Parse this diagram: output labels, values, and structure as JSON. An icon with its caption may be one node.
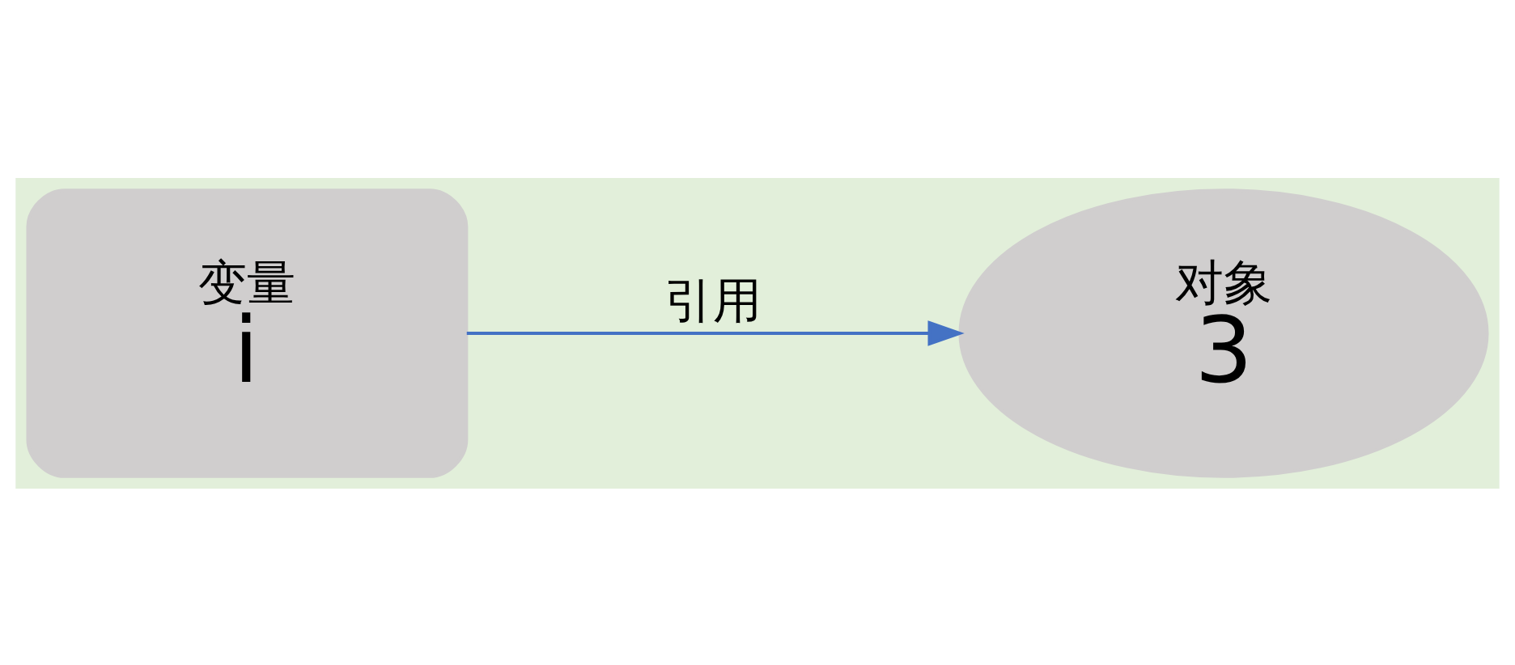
{
  "diagram": {
    "nodes": [
      {
        "text": [
          "变量",
          "i"
        ]
      },
      {
        "text": [
          "对象",
          "3"
        ]
      }
    ],
    "edges": [
      {
        "from": 0,
        "to": 1,
        "arrow": "to",
        "label": "引用"
      }
    ]
  }
}
